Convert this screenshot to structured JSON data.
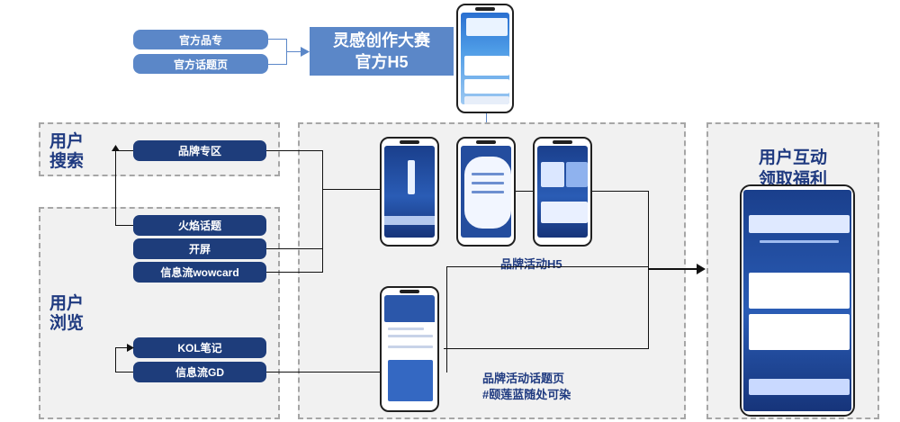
{
  "top": {
    "source_items": [
      "官方品专",
      "官方话题页"
    ],
    "h5_title": [
      "灵感创作大赛",
      "官方H5"
    ]
  },
  "left": {
    "search_title": [
      "用户",
      "搜索"
    ],
    "browse_title": [
      "用户",
      "浏览"
    ],
    "search_items": [
      "品牌专区"
    ],
    "browse_items": [
      "火焰话题",
      "开屏",
      "信息流wowcard"
    ],
    "kol_items": [
      "KOL笔记",
      "信息流GD"
    ]
  },
  "middle": {
    "h5_label": "品牌活动H5",
    "topic_label": [
      "品牌活动话题页",
      "#颐莲蓝随处可染"
    ]
  },
  "right": {
    "title": [
      "用户互动",
      "领取福利"
    ]
  },
  "colors": {
    "light_button": "#5b87c8",
    "dark_button": "#1e3d7b",
    "title_text": "#1f3a80",
    "dashed_border": "#a6a6a6"
  }
}
